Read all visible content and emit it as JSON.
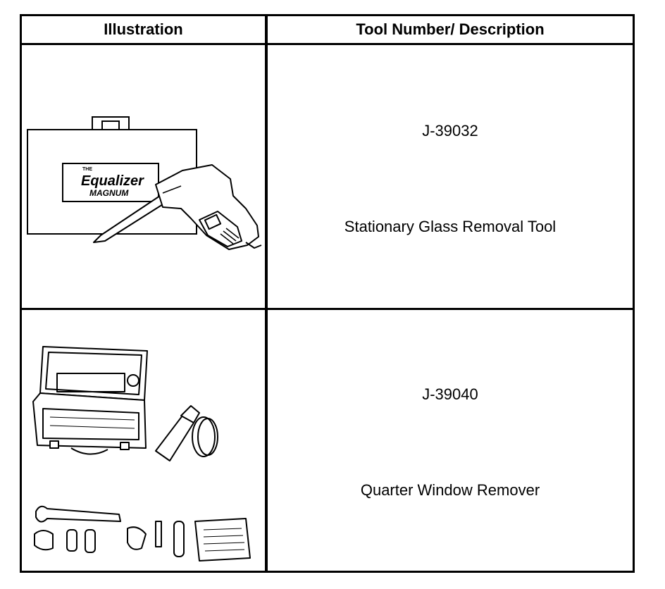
{
  "table": {
    "headers": {
      "illustration": "Illustration",
      "tool": "Tool Number/ Description"
    },
    "rows": [
      {
        "tool_number": "J-39032",
        "description": "Stationary Glass Removal Tool",
        "illustration_logo": {
          "small": "THE",
          "main": "Equalizer",
          "sub": "MAGNUM"
        }
      },
      {
        "tool_number": "J-39040",
        "description": "Quarter Window Remover"
      }
    ]
  }
}
